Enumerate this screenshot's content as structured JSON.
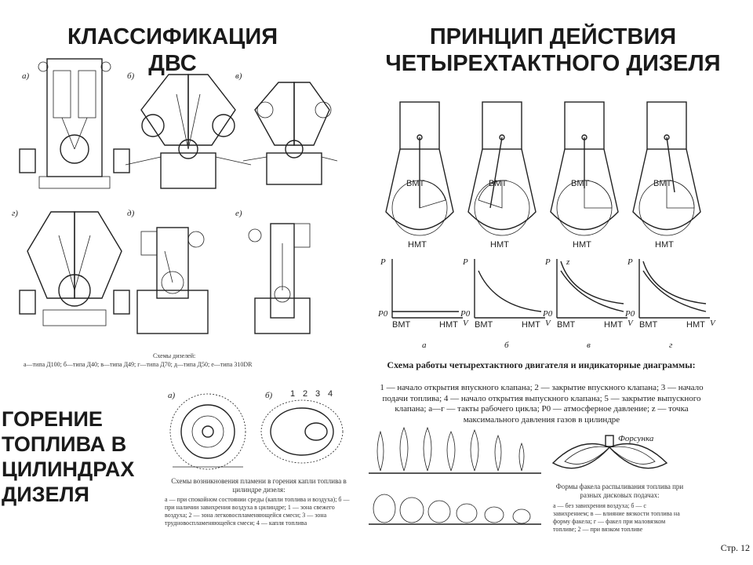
{
  "titles": {
    "classification": "КЛАССИФИКАЦИЯ\nДВС",
    "principle": "ПРИНЦИП ДЕЙСТВИЯ\nЧЕТЫРЕХТАКТНОГО ДИЗЕЛЯ",
    "combustion": "ГОРЕНИЕ\nТОПЛИВА В\nЦИЛИНДРАХ\nДИЗЕЛЯ"
  },
  "engines": {
    "labels": [
      "а)",
      "б)",
      "в)",
      "г)",
      "д)",
      "е)"
    ],
    "caption_title": "Схемы дизелей:",
    "caption_text": "а—типа Д100; б—типа Д40; в—типа Д49; г—типа Д70; д—типа Д50; е—типа 310DR"
  },
  "cycle": {
    "vmt": "ВМТ",
    "nmt": "НМТ",
    "p_axis": "P",
    "v_axis": "V",
    "p0": "P0",
    "diagram_labels": [
      "а",
      "б",
      "в",
      "г"
    ],
    "z_label": "z",
    "schema_title": "Схема работы четырехтактного двигателя и индикаторные диаграммы:",
    "legend": "1 — начало открытия впускного клапана; 2 — закрытие впускного клапана; 3 — начало подачи топлива; 4 — начало открытия выпускного клапана; 5 — закрытие выпускного клапана; а—г — такты рабочего цикла; P0 — атмосферное давление; z — точка максимального давления газов в цилиндре"
  },
  "combustion": {
    "labels": [
      "а)",
      "б)"
    ],
    "numbers": [
      "1",
      "2",
      "3",
      "4"
    ],
    "caption": "Схемы возникновения пламени в горения капли топлива в цилиндре дизеля:",
    "caption_detail": "а — при спокойном состоянии среды (капли топлива и воздуха); б — при наличии завихрения воздуха в цилиндре; 1 — зона свежего воздуха; 2 — зона легковоспламеняющейся смеси; 3 — зона трудновоспламеняющейся смеси; 4 — капля топлива",
    "spray_label": "Форсунка",
    "spray_caption": "Формы факела распыливания топлива при разных дисковых подачах:",
    "spray_detail": "а — без завихрения воздуха; б — с завихрением; в — влияние вязкости топлива на форму факела; г — факел при маловязком топливе; 2 — при вязком топливе"
  },
  "page": {
    "number": "Стр. 12"
  }
}
